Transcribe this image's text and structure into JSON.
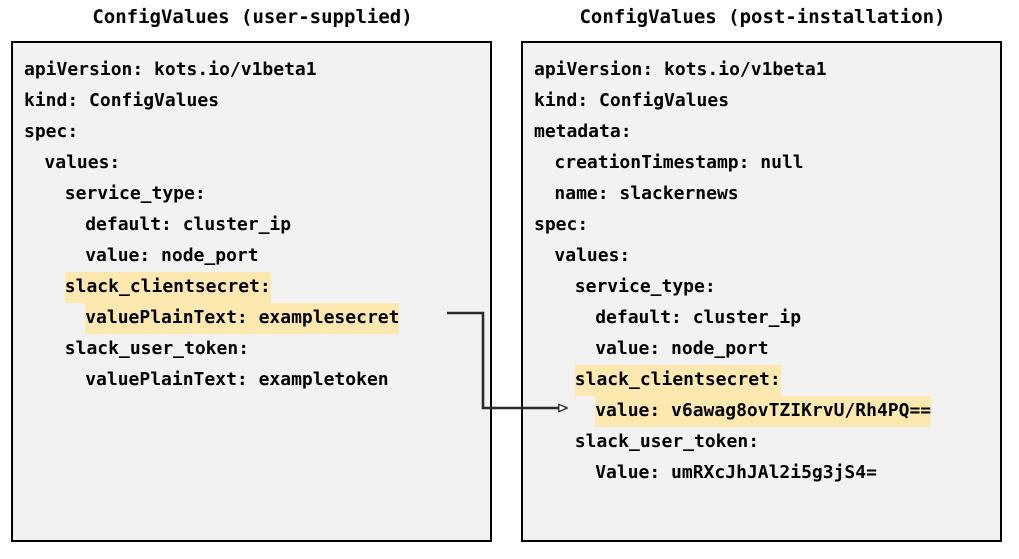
{
  "colors": {
    "highlight": "#fde9b0",
    "box_fill": "#f2f2f2",
    "box_border": "#000000",
    "text": "#000000",
    "page_background": "#ffffff"
  },
  "panels": [
    {
      "id": "user-supplied",
      "title": "ConfigValues (user-supplied)",
      "lines": [
        {
          "indent": 0,
          "text": "apiVersion: kots.io/v1beta1",
          "highlight": false
        },
        {
          "indent": 0,
          "text": "kind: ConfigValues",
          "highlight": false
        },
        {
          "indent": 0,
          "text": "spec:",
          "highlight": false
        },
        {
          "indent": 1,
          "text": "values:",
          "highlight": false
        },
        {
          "indent": 2,
          "text": "service_type:",
          "highlight": false
        },
        {
          "indent": 3,
          "text": "default: cluster_ip",
          "highlight": false
        },
        {
          "indent": 3,
          "text": "value: node_port",
          "highlight": false
        },
        {
          "indent": 2,
          "text": "slack_clientsecret:",
          "highlight": true
        },
        {
          "indent": 3,
          "text": "valuePlainText: examplesecret",
          "highlight": true
        },
        {
          "indent": 2,
          "text": "slack_user_token:",
          "highlight": false
        },
        {
          "indent": 3,
          "text": "valuePlainText: exampletoken",
          "highlight": false
        }
      ]
    },
    {
      "id": "post-installation",
      "title": "ConfigValues (post-installation)",
      "lines": [
        {
          "indent": 0,
          "text": "apiVersion: kots.io/v1beta1",
          "highlight": false
        },
        {
          "indent": 0,
          "text": "kind: ConfigValues",
          "highlight": false
        },
        {
          "indent": 0,
          "text": "metadata:",
          "highlight": false
        },
        {
          "indent": 1,
          "text": "creationTimestamp: null",
          "highlight": false
        },
        {
          "indent": 1,
          "text": "name: slackernews",
          "highlight": false
        },
        {
          "indent": 0,
          "text": "spec:",
          "highlight": false
        },
        {
          "indent": 1,
          "text": "values:",
          "highlight": false
        },
        {
          "indent": 2,
          "text": "service_type:",
          "highlight": false
        },
        {
          "indent": 3,
          "text": "default: cluster_ip",
          "highlight": false
        },
        {
          "indent": 3,
          "text": "value: node_port",
          "highlight": false
        },
        {
          "indent": 2,
          "text": "slack_clientsecret:",
          "highlight": true
        },
        {
          "indent": 3,
          "text": "value: v6awag8ovTZIKrvU/Rh4PQ==",
          "highlight": true
        },
        {
          "indent": 2,
          "text": "slack_user_token:",
          "highlight": false
        },
        {
          "indent": 3,
          "text": "Value: umRXcJhJAl2i5g3jS4=",
          "highlight": false
        }
      ]
    }
  ],
  "connector": {
    "from": "valuePlainText: examplesecret",
    "to": "value: v6awag8ovTZIKrvU/Rh4PQ=="
  }
}
